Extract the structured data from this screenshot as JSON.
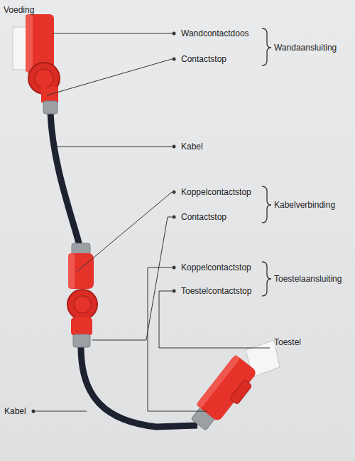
{
  "diagram": {
    "labels": [
      "Voeding",
      "Wandcontactdoos",
      "Contactstop",
      "Wandaansluiting",
      "Kabel",
      "Koppelcontactstop",
      "Contactstop",
      "Kabelverbinding",
      "Koppelcontactstop",
      "Toestelcontactstop",
      "Toestelaansluiting",
      "Toestel",
      "Kabel"
    ]
  }
}
